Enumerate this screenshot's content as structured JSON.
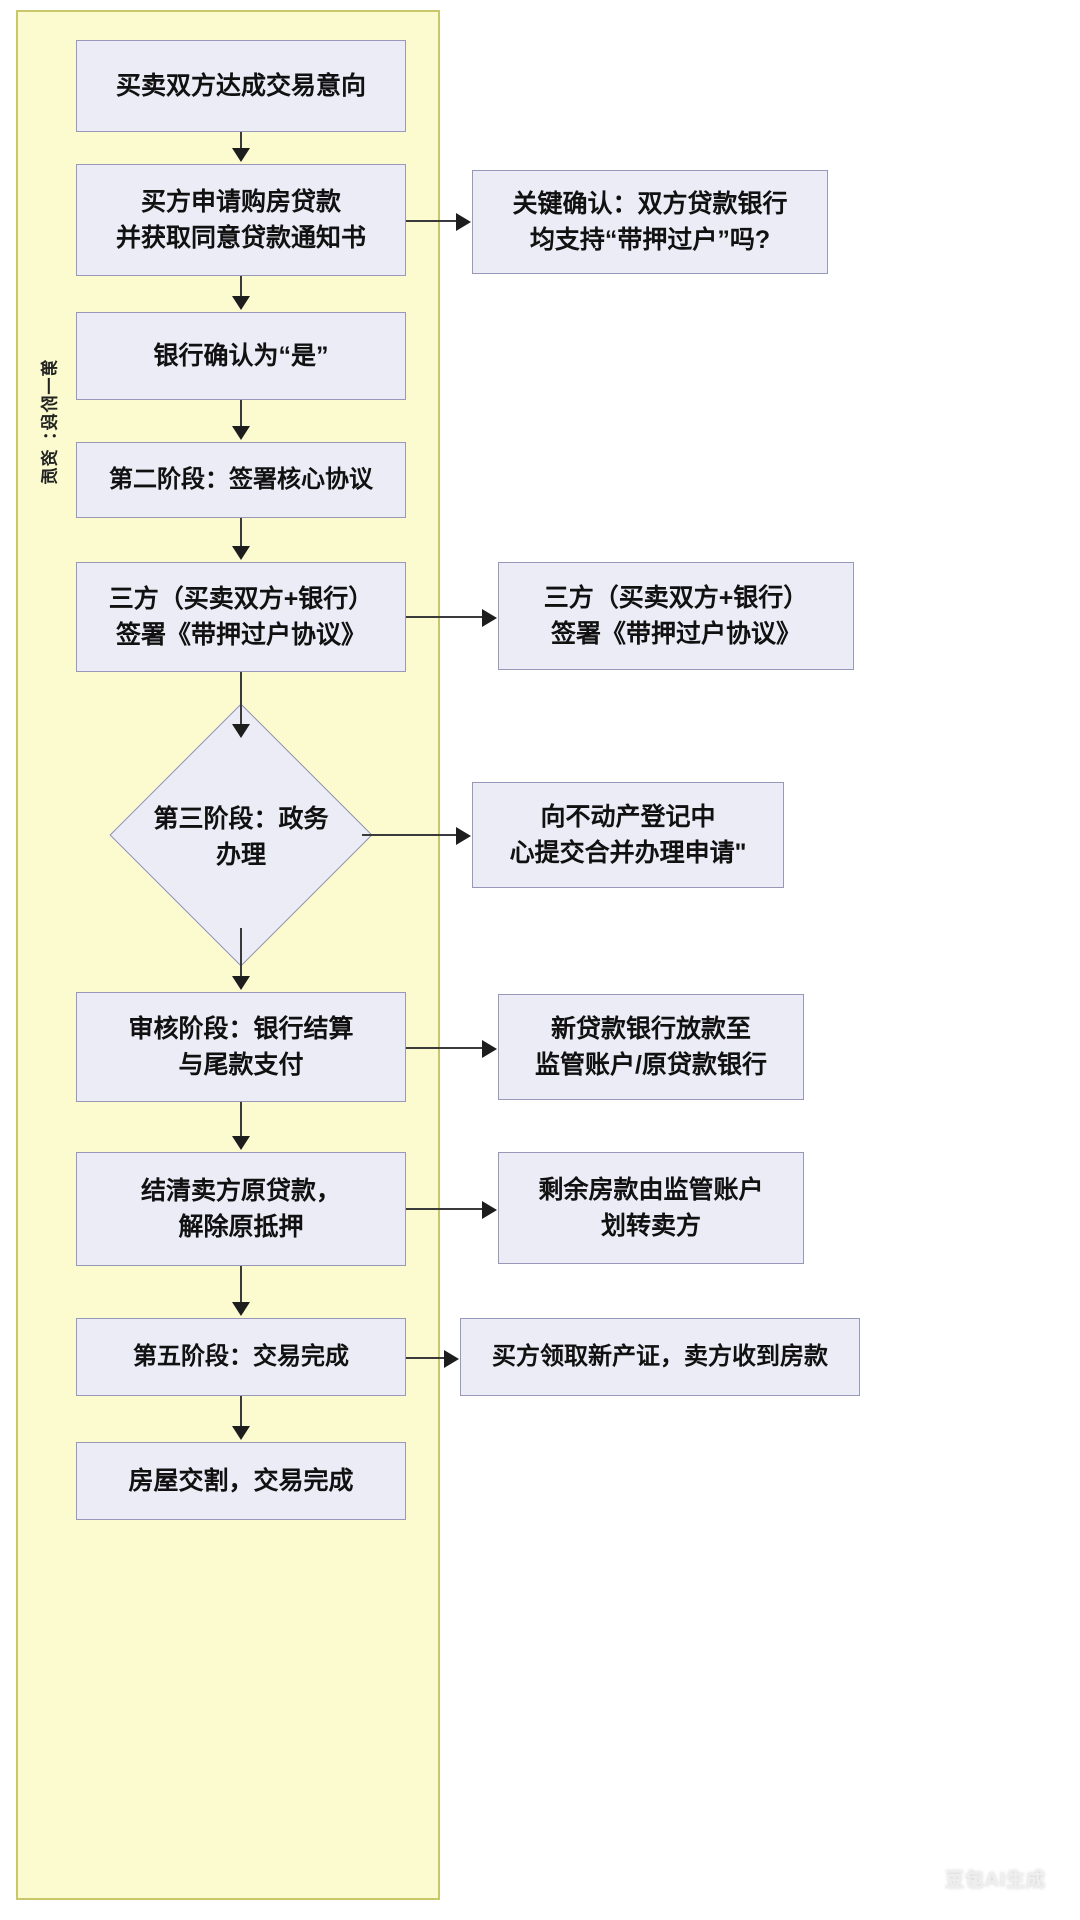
{
  "diagram": {
    "title_vertical": "第一阶段：资质",
    "band_color": "#fbfbcf",
    "band_border_color": "#c8c86a",
    "node_fill": "#ececf7",
    "node_border": "#9898b8",
    "connector_color": "#1d1d1d",
    "watermark": "豆包AI生成"
  },
  "flow_nodes": [
    {
      "id": "n1",
      "type": "process",
      "lines": [
        "买卖双方达成交易意向"
      ]
    },
    {
      "id": "n2",
      "type": "process",
      "lines": [
        "买方申请购房贷款",
        "并获取同意贷款通知书"
      ]
    },
    {
      "id": "n3",
      "type": "process",
      "lines": [
        "银行确认为“是”"
      ]
    },
    {
      "id": "n4",
      "type": "process",
      "lines": [
        "第二阶段：签署核心协议"
      ]
    },
    {
      "id": "n5",
      "type": "process",
      "lines": [
        "三方（买卖双方+银行）",
        "签署《带押过户协议》"
      ]
    },
    {
      "id": "n6",
      "type": "decision",
      "lines": [
        "第三阶段：政务办理"
      ]
    },
    {
      "id": "n7",
      "type": "process",
      "lines": [
        "审核阶段：银行结算",
        "与尾款支付"
      ]
    },
    {
      "id": "n8",
      "type": "process",
      "lines": [
        "结清卖方原贷款，",
        "解除原抵押"
      ]
    },
    {
      "id": "n9",
      "type": "process",
      "lines": [
        "第五阶段：交易完成"
      ]
    },
    {
      "id": "n10",
      "type": "process",
      "lines": [
        "房屋交割，交易完成"
      ]
    }
  ],
  "annotations": [
    {
      "id": "a1",
      "from": "n2",
      "lines": [
        "关键确认：双方贷款银行",
        "均支持“带押过户”吗?"
      ]
    },
    {
      "id": "a2",
      "from": "n5",
      "lines": [
        "三方（买卖双方+银行）",
        "签署《带押过户协议》"
      ]
    },
    {
      "id": "a3",
      "from": "n6",
      "lines": [
        "向不动产登记中",
        "心提交合并办理申请\""
      ]
    },
    {
      "id": "a4",
      "from": "n7",
      "lines": [
        "新贷款银行放款至",
        "监管账户/原贷款银行"
      ]
    },
    {
      "id": "a5",
      "from": "n8",
      "lines": [
        "剩余房款由监管账户",
        "划转卖方"
      ]
    },
    {
      "id": "a6",
      "from": "n9",
      "lines": [
        "买方领取新产证，卖方收到房款"
      ]
    }
  ]
}
